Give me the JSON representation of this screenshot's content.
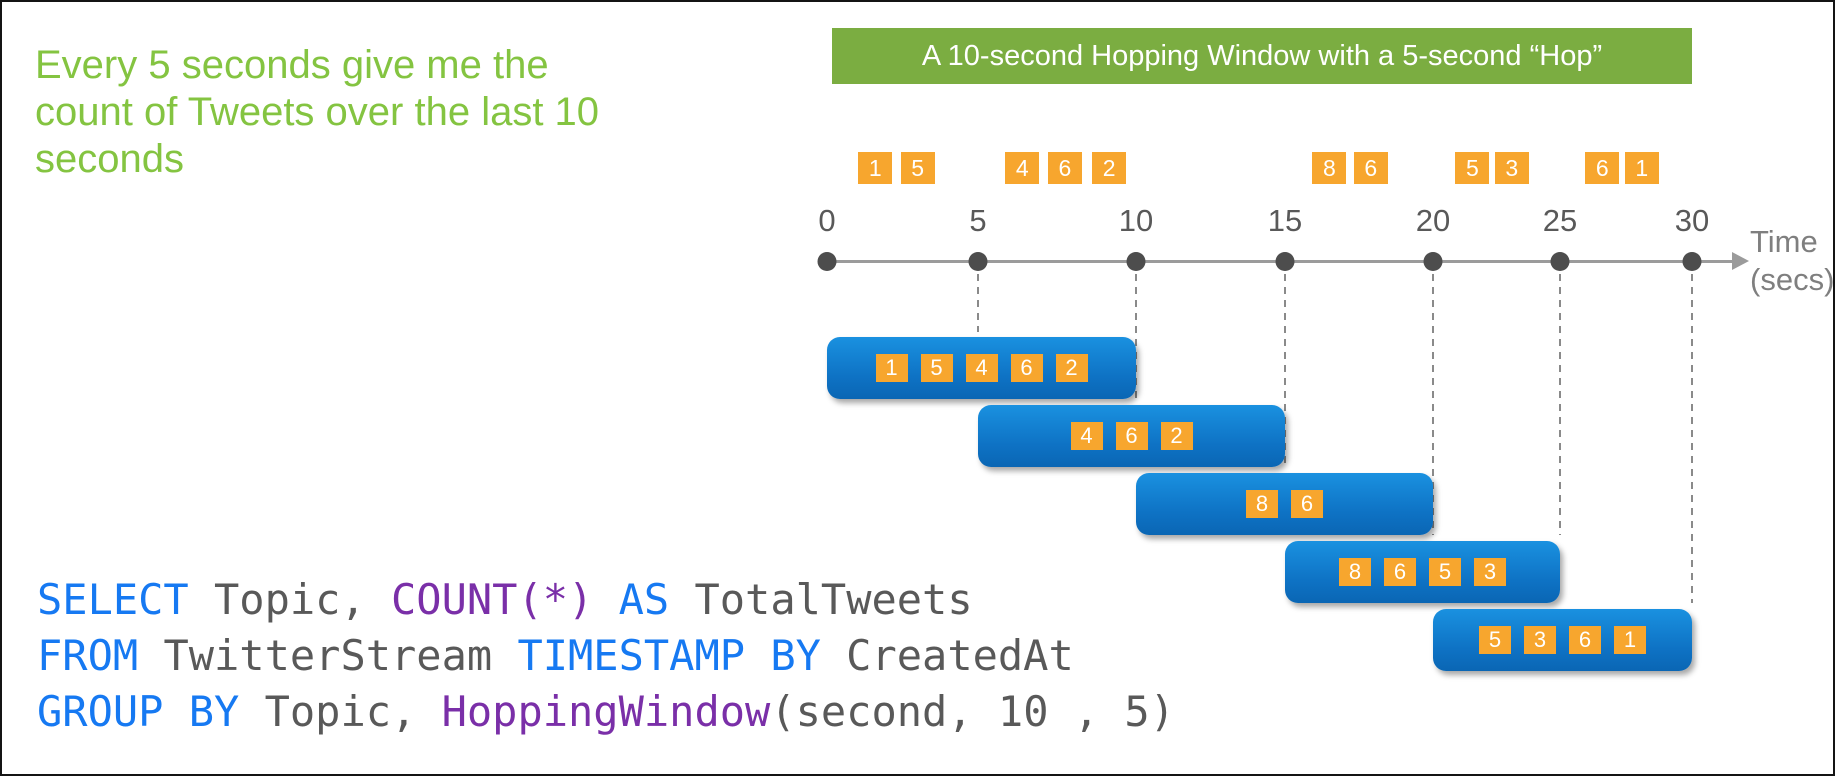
{
  "heading": {
    "lines": [
      "Every 5 seconds give me the",
      "count of Tweets over the last 10",
      "seconds"
    ]
  },
  "banner": {
    "text": "A 10-second Hopping Window with a 5-second “Hop”"
  },
  "timeline": {
    "unit_seconds": true,
    "ticks": [
      0,
      5,
      10,
      15,
      20,
      25,
      30
    ],
    "axis_label_line1": "Time",
    "axis_label_line2": "(secs)",
    "events": [
      {
        "t": 1.6,
        "value": "1"
      },
      {
        "t": 3.0,
        "value": "5"
      },
      {
        "t": 6.4,
        "value": "4"
      },
      {
        "t": 7.75,
        "value": "6"
      },
      {
        "t": 9.15,
        "value": "2"
      },
      {
        "t": 16.5,
        "value": "8"
      },
      {
        "t": 17.9,
        "value": "6"
      },
      {
        "t": 21.55,
        "value": "5"
      },
      {
        "t": 23.1,
        "value": "3"
      },
      {
        "t": 26.6,
        "value": "6"
      },
      {
        "t": 28.1,
        "value": "1"
      }
    ]
  },
  "windows": [
    {
      "start": 0,
      "end": 10,
      "values": [
        "1",
        "5",
        "4",
        "6",
        "2"
      ]
    },
    {
      "start": 5,
      "end": 15,
      "values": [
        "4",
        "6",
        "2"
      ]
    },
    {
      "start": 10,
      "end": 20,
      "values": [
        "8",
        "6"
      ]
    },
    {
      "start": 15,
      "end": 25,
      "values": [
        "8",
        "6",
        "5",
        "3"
      ]
    },
    {
      "start": 20,
      "end": 30,
      "values": [
        "5",
        "3",
        "6",
        "1"
      ]
    }
  ],
  "sql": {
    "lines": [
      [
        {
          "text": "SELECT",
          "type": "kw"
        },
        {
          "text": " Topic, ",
          "type": "id"
        },
        {
          "text": "COUNT(*)",
          "type": "fn"
        },
        {
          "text": " ",
          "type": "id"
        },
        {
          "text": "AS",
          "type": "kw"
        },
        {
          "text": " TotalTweets",
          "type": "id"
        }
      ],
      [
        {
          "text": "FROM",
          "type": "kw"
        },
        {
          "text": " TwitterStream ",
          "type": "id"
        },
        {
          "text": "TIMESTAMP BY",
          "type": "kw"
        },
        {
          "text": " CreatedAt",
          "type": "id"
        }
      ],
      [
        {
          "text": "GROUP BY",
          "type": "kw"
        },
        {
          "text": " Topic, ",
          "type": "id"
        },
        {
          "text": "HoppingWindow",
          "type": "fn"
        },
        {
          "text": "(second, 10 , 5)",
          "type": "id"
        }
      ]
    ]
  },
  "colors": {
    "heading_green": "#84C441",
    "banner_green": "#7BAD41",
    "event_orange": "#F7A62E",
    "window_blue_top": "#1A91E0",
    "window_blue_bottom": "#0A66B4",
    "axis_gray": "#9b9b9b",
    "text_gray": "#595959",
    "sql_keyword_blue": "#1679F2",
    "sql_function_purple": "#7A2FA8"
  }
}
